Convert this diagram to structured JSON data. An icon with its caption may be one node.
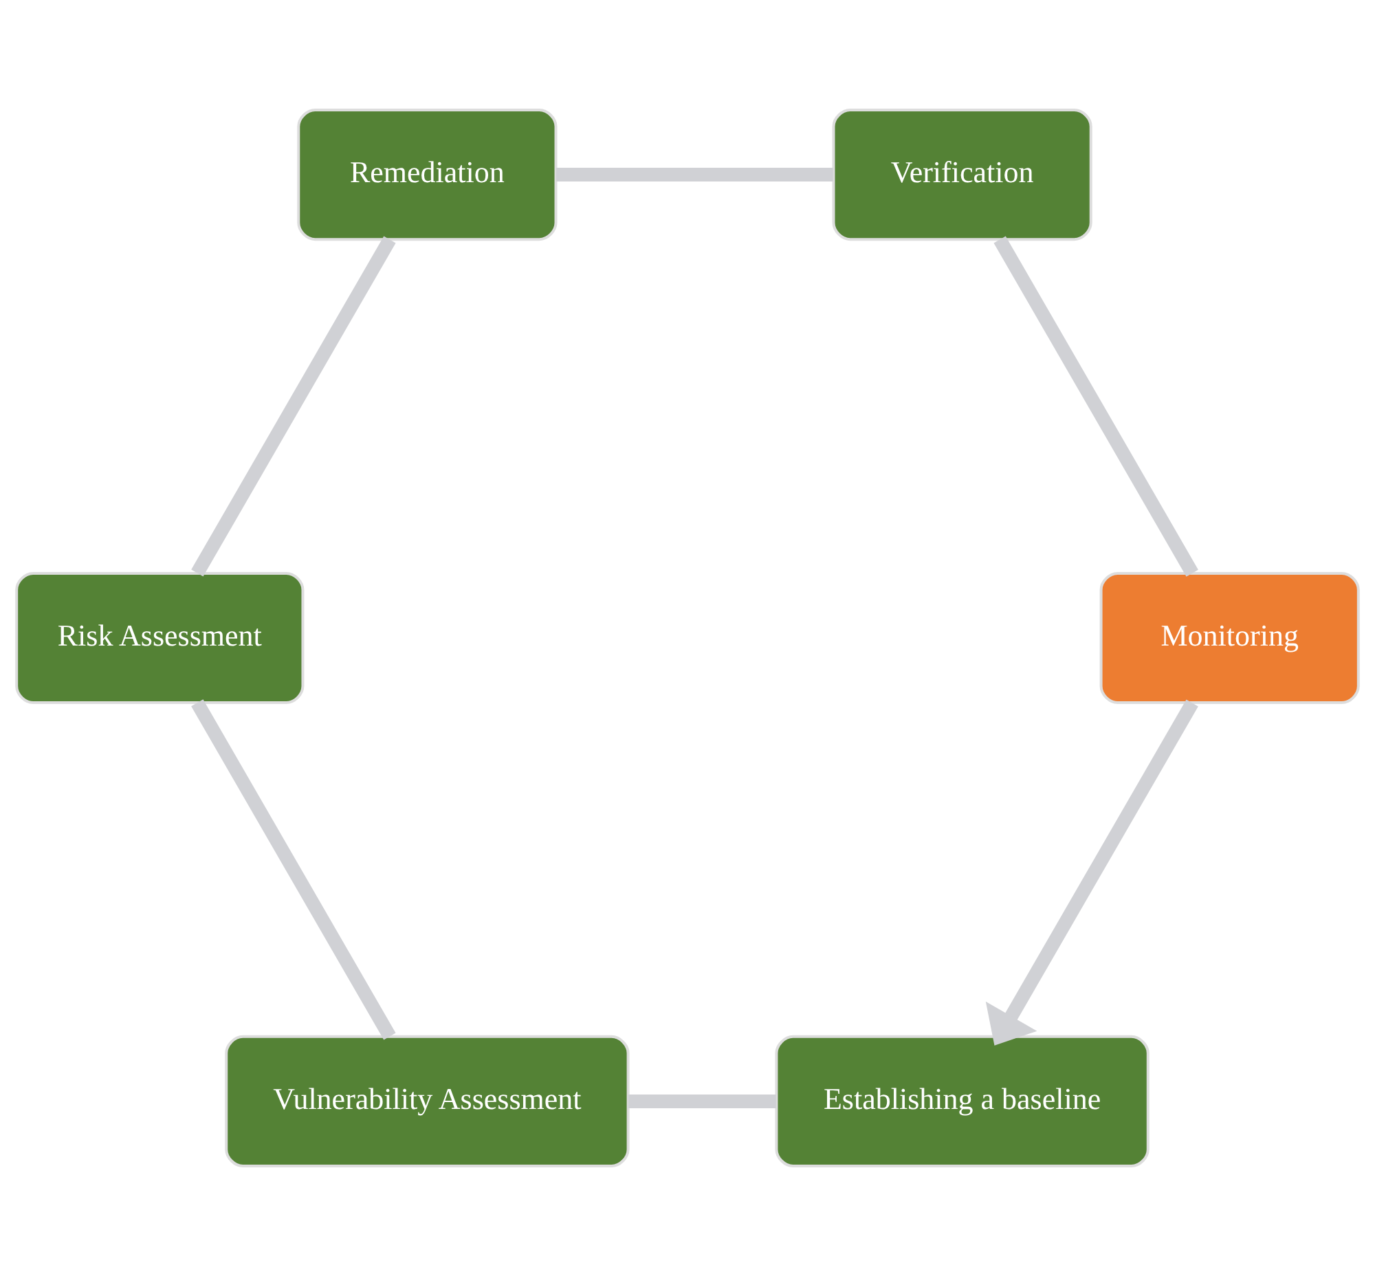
{
  "diagram": {
    "nodes": [
      {
        "text": [
          "Establishing a baseline"
        ]
      },
      {
        "text": [
          "Vulnerability Assessment"
        ]
      },
      {
        "text": [
          "Risk Assessment"
        ]
      },
      {
        "text": [
          "Remediation"
        ]
      },
      {
        "text": [
          "Verification"
        ]
      },
      {
        "text": [
          "Monitoring"
        ]
      }
    ],
    "edges": [
      {
        "from": 0,
        "to": 1,
        "arrow": "none"
      },
      {
        "from": 1,
        "to": 2,
        "arrow": "none"
      },
      {
        "from": 2,
        "to": 3,
        "arrow": "none"
      },
      {
        "from": 3,
        "to": 4,
        "arrow": "none"
      },
      {
        "from": 4,
        "to": 5,
        "arrow": "none"
      },
      {
        "from": 5,
        "to": 0,
        "arrow": "to"
      }
    ]
  }
}
